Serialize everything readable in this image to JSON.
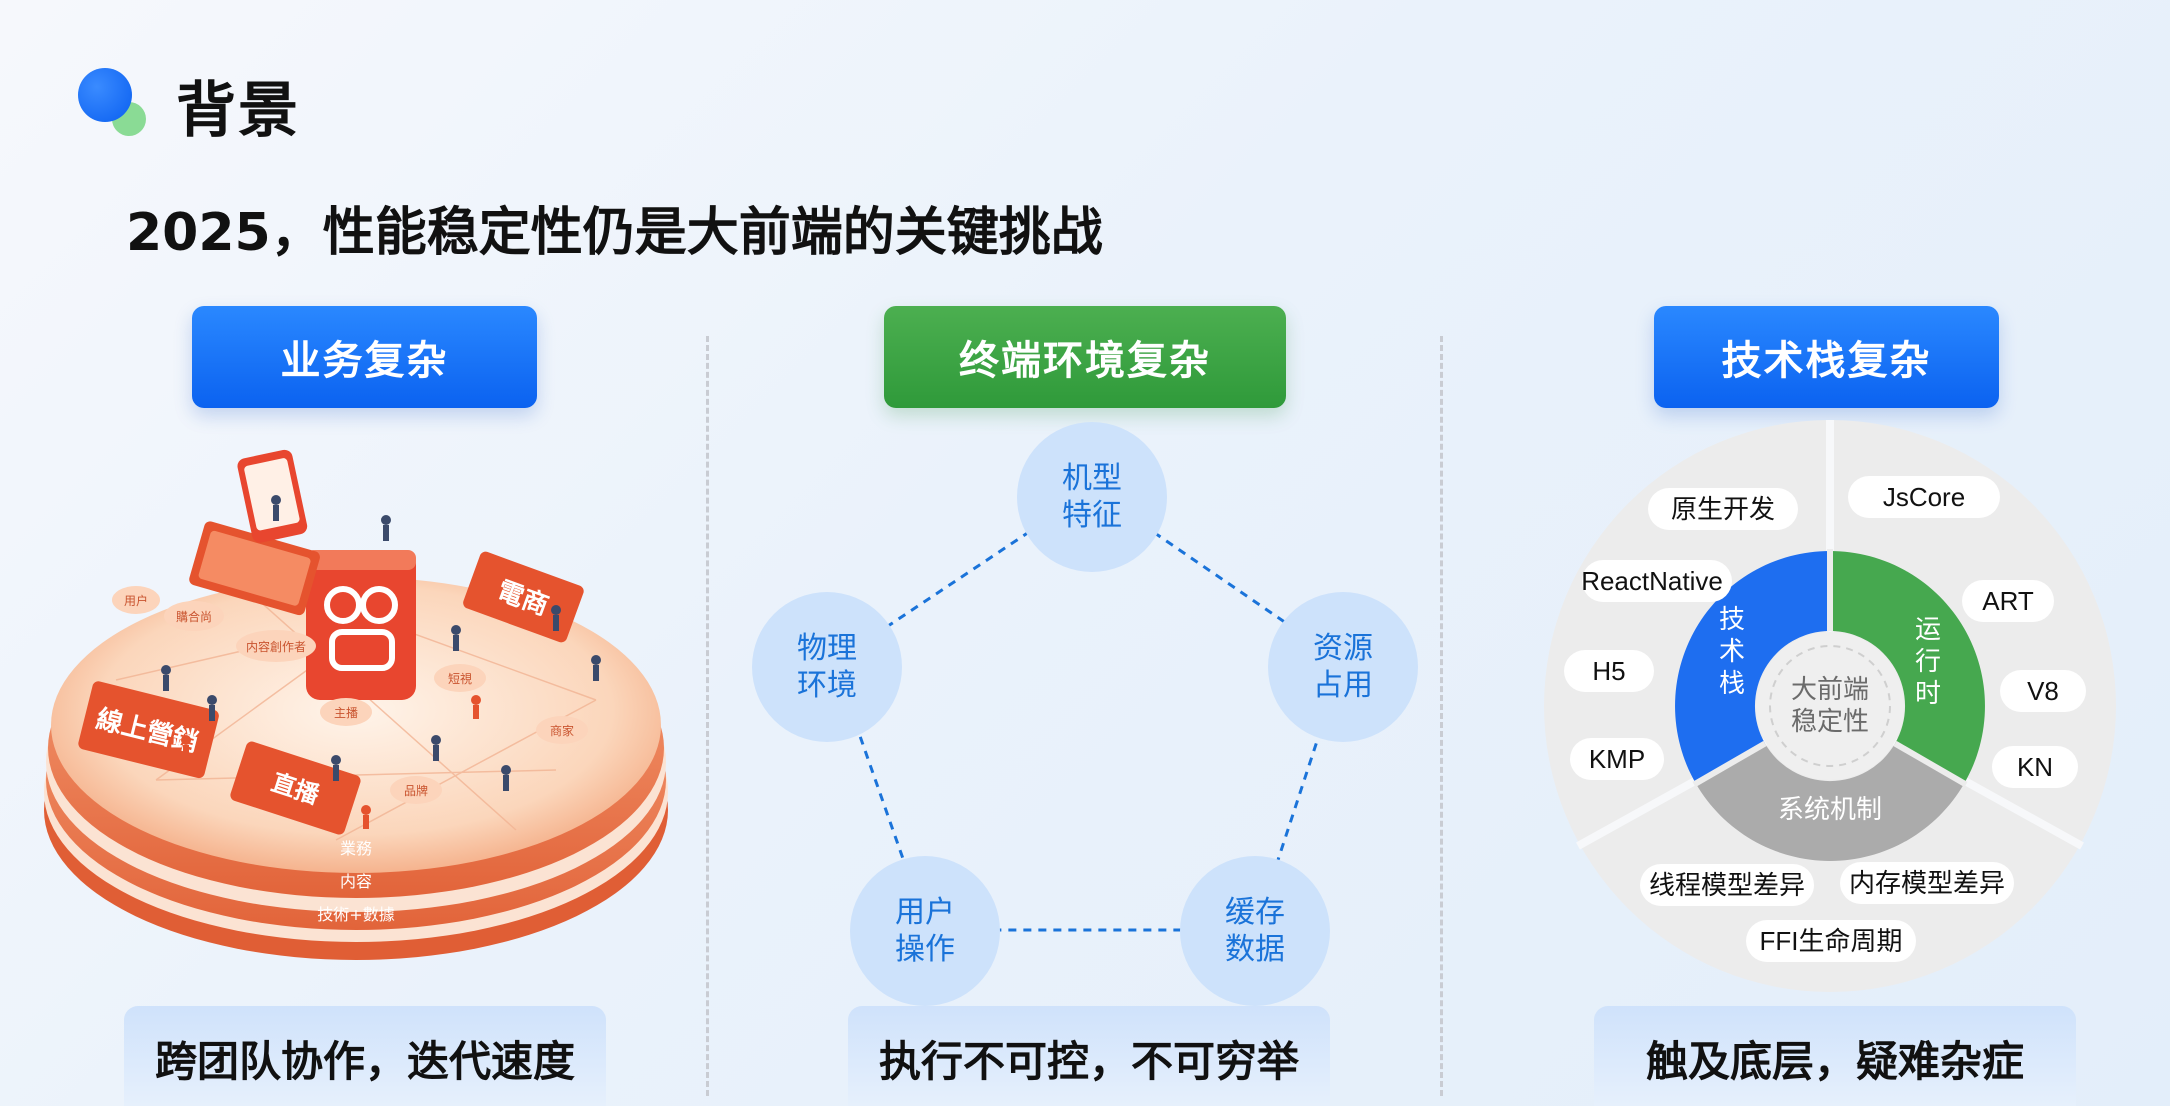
{
  "header": {
    "title": "背景",
    "subtitle": "2025，性能稳定性仍是大前端的关键挑战"
  },
  "columns": [
    {
      "label": "业务复杂",
      "caption": "跨团队协作，迭代速度"
    },
    {
      "label": "终端环境复杂",
      "caption": "执行不可控，不可穷举"
    },
    {
      "label": "技术栈复杂",
      "caption": "触及底层，疑难杂症"
    }
  ],
  "pentagon": {
    "nodes": [
      {
        "line1": "机型",
        "line2": "特征"
      },
      {
        "line1": "资源",
        "line2": "占用"
      },
      {
        "line1": "缓存",
        "line2": "数据"
      },
      {
        "line1": "用户",
        "line2": "操作"
      },
      {
        "line1": "物理",
        "line2": "环境"
      }
    ]
  },
  "platform": {
    "layers": [
      "業務",
      "内容",
      "技術+數據"
    ],
    "signs": [
      "線上營銷",
      "直播",
      "電商"
    ],
    "bubbles": [
      "用户",
      "購合尚",
      "内容創作者",
      "主播",
      "短視",
      "品牌",
      "商家"
    ],
    "brand_icon": "kuaishou-logo-icon"
  },
  "tech_stack": {
    "center_line1": "大前端",
    "center_line2": "稳定性",
    "segment_left": "技术栈",
    "segment_right": "运行时",
    "segment_bottom": "系统机制",
    "left_tags": [
      "原生开发",
      "ReactNative",
      "H5",
      "KMP"
    ],
    "right_tags": [
      "JsCore",
      "ART",
      "V8",
      "KN"
    ],
    "bottom_tags": [
      "线程模型差异",
      "内存模型差异",
      "FFI生命周期"
    ]
  },
  "colors": {
    "primary_blue": "#0b62f0",
    "green": "#2f9a3a",
    "node_blue": "#1a73d9",
    "node_fill": "#cde2fb",
    "orange": "#f07a4a"
  }
}
